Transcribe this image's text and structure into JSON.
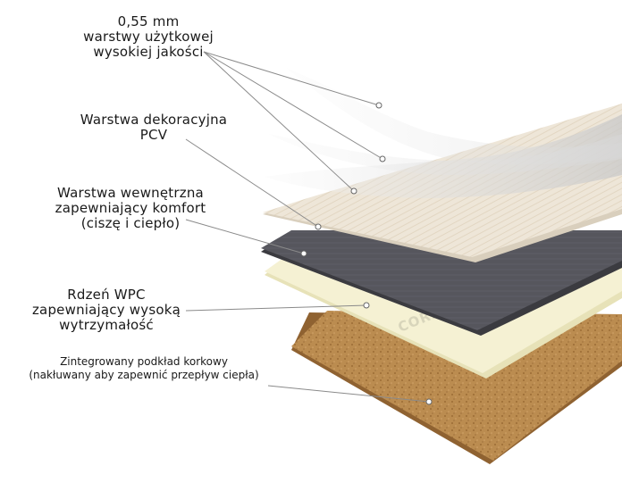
{
  "layers": [
    {
      "id": "wear",
      "label_lines": [
        "0,55 mm",
        "warstwy użytkowej",
        "wysokiej jakości"
      ]
    },
    {
      "id": "decor",
      "label_lines": [
        "Warstwa dekoracyjna",
        "PCV"
      ]
    },
    {
      "id": "inner",
      "label_lines": [
        "Warstwa wewnętrzna",
        "zapewniający komfort",
        "(ciszę i ciepło)"
      ]
    },
    {
      "id": "wpc",
      "label_lines": [
        "Rdzeń WPC",
        "zapewniający wysoką",
        "wytrzymałość"
      ]
    },
    {
      "id": "cork",
      "label_lines": [
        "Zintegrowany podkład korkowy",
        "(nakłuwany aby zapewnić przepływ ciepła)"
      ]
    }
  ],
  "brand_text": "COREtec",
  "colors": {
    "cork": "#b98a4f",
    "wpc": "#f3efcf",
    "inner": "#55555c",
    "decor": "#ece4d6",
    "wear": "#d3d3d3",
    "leader": "#8a8a8a"
  }
}
